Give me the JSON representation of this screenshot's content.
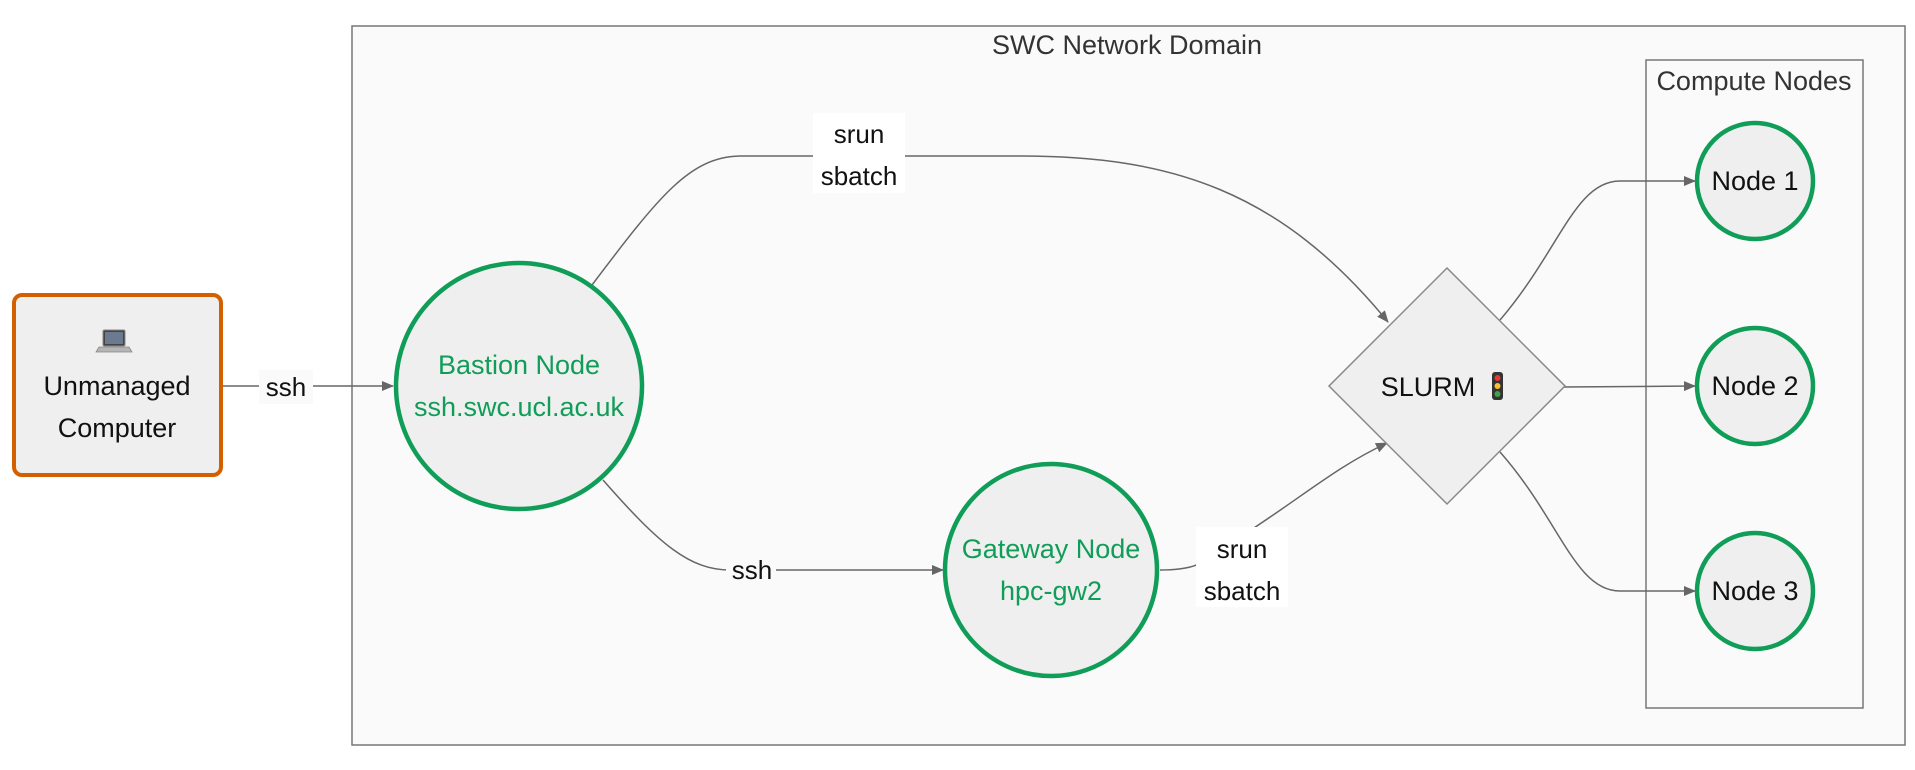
{
  "domain": {
    "title": "SWC Network Domain"
  },
  "compute_group": {
    "title": "Compute Nodes",
    "nodes": [
      {
        "label": "Node 1"
      },
      {
        "label": "Node 2"
      },
      {
        "label": "Node 3"
      }
    ]
  },
  "unmanaged": {
    "icon": "laptop-icon",
    "line1": "Unmanaged",
    "line2": "Computer"
  },
  "bastion": {
    "line1": "Bastion Node",
    "line2": "ssh.swc.ucl.ac.uk"
  },
  "gateway": {
    "line1": "Gateway Node",
    "line2": "hpc-gw2"
  },
  "slurm": {
    "label": "SLURM",
    "icon": "traffic-light-icon"
  },
  "edges": {
    "unmanaged_bastion": "ssh",
    "bastion_gateway": "ssh",
    "bastion_slurm": {
      "line1": "srun",
      "line2": "sbatch"
    },
    "gateway_slurm": {
      "line1": "srun",
      "line2": "sbatch"
    }
  },
  "colors": {
    "green": "#0f9d58",
    "orange": "#d35f00",
    "node_fill": "#efefef",
    "edge": "#666666"
  }
}
